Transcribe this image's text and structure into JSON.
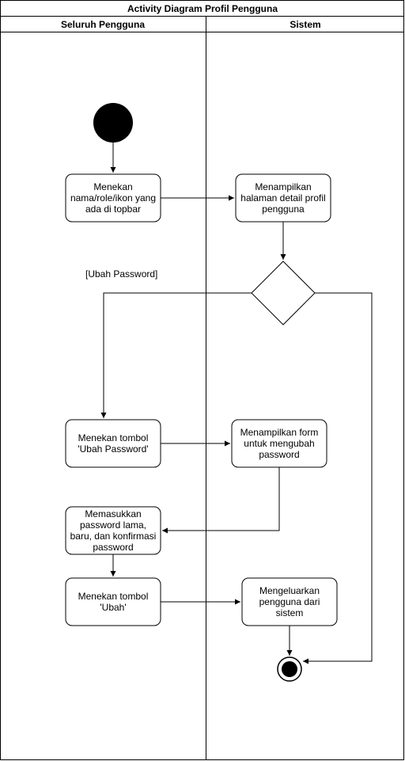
{
  "diagram": {
    "title": "Activity Diagram Profil Pengguna",
    "lanes": [
      {
        "label": "Seluruh Pengguna"
      },
      {
        "label": "Sistem"
      }
    ],
    "nodes": {
      "act_click_profile": [
        "Menekan",
        "nama/role/ikon yang",
        "ada di topbar"
      ],
      "act_show_profile": [
        "Menampilkan",
        "halaman detail profil",
        "pengguna"
      ],
      "act_click_change": [
        "Menekan tombol",
        "'Ubah Password'"
      ],
      "act_show_form": [
        "Menampilkan form",
        "untuk mengubah",
        "password"
      ],
      "act_input_password": [
        "Memasukkan",
        "password lama,",
        "baru, dan konfirmasi",
        "password"
      ],
      "act_click_submit": [
        "Menekan tombol",
        "'Ubah'"
      ],
      "act_logout": [
        "Mengeluarkan",
        "pengguna dari",
        "sistem"
      ]
    },
    "guard_label": "[Ubah Password]"
  }
}
